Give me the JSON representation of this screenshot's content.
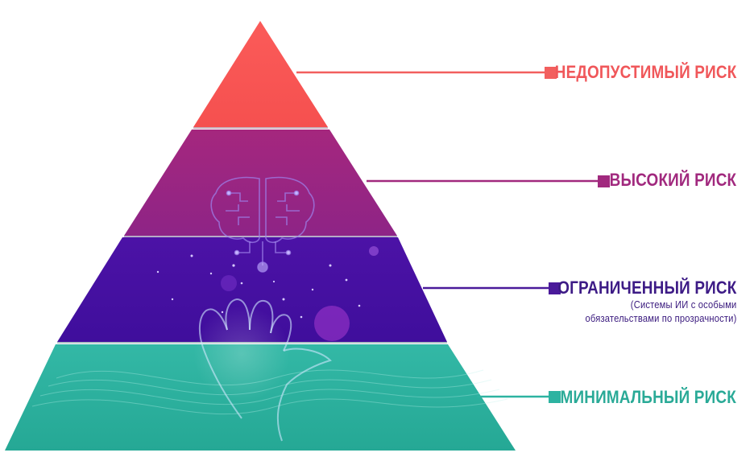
{
  "levels": {
    "unacceptable": {
      "title": "НЕДОПУСТИМЫЙ РИСК",
      "color": "#f85a58"
    },
    "high": {
      "title": "ВЫСОКИЙ РИСК",
      "color": "#a02a82"
    },
    "limited": {
      "title": "ОГРАНИЧЕННЫЙ РИСК",
      "subtitle_line1": "(Системы ИИ с особыми",
      "subtitle_line2": "обязательствами по прозрачности)",
      "color": "#4a0fa5"
    },
    "minimal": {
      "title": "МИНИМАЛЬНЫЙ РИСК",
      "color": "#2fb5a1"
    }
  },
  "decorations": {
    "brain-icon": "brain-circuit",
    "hand-icon": "reaching-hand"
  }
}
